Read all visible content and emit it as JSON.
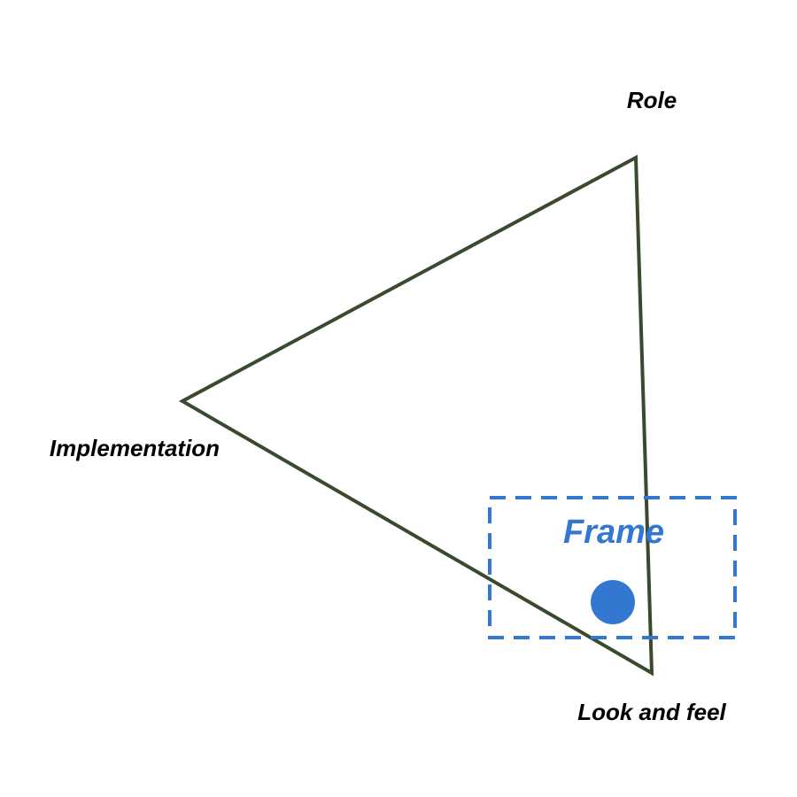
{
  "colors": {
    "triangle_stroke": "#3a4a2e",
    "frame_accent": "#3378d0",
    "label_text": "#000000"
  },
  "labels": {
    "role": "Role",
    "implementation": "Implementation",
    "look_and_feel": "Look and feel"
  },
  "frame": {
    "label": "Frame",
    "border_style": "dashed",
    "marker": "filled-circle"
  }
}
